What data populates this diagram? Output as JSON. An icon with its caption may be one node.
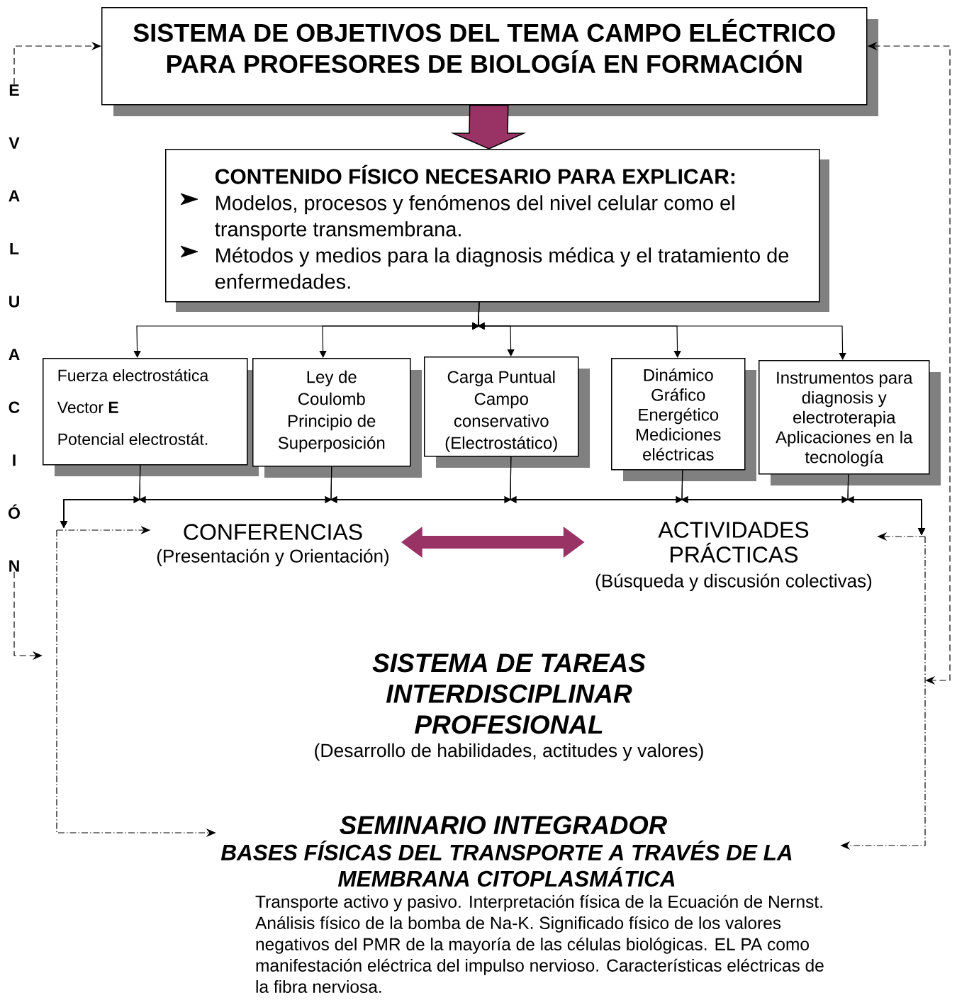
{
  "diagram": {
    "nodes": [
      {
        "text": [
          "SISTEMA DE OBJETIVOS DEL TEMA CAMPO ELÉCTRICO PARA PROFESORES DE BIOLOGÍA EN FORMACIÓN"
        ]
      },
      {
        "text": [
          "CONTENIDO FÍSICO NECESARIO PARA EXPLICAR:",
          "Modelos, procesos y fenómenos del nivel celular como el transporte transmembrana.",
          "Métodos y medios para la diagnosis médica y el tratamiento de enfermedades."
        ]
      },
      {
        "text": [
          "Fuerza electrostática",
          "Vector **E**",
          "Potencial electrostát."
        ]
      },
      {
        "text": [
          "Ley de Coulomb",
          "Principio de Superposición"
        ]
      },
      {
        "text": [
          "Carga Puntual",
          "Campo conservativo (Electrostático)"
        ]
      },
      {
        "text": [
          "Dinámico",
          "Gráfico",
          "Energético",
          "Mediciones eléctricas"
        ]
      },
      {
        "text": [
          "Instrumentos para diagnosis y electroterapia",
          "Aplicaciones en la tecnología"
        ]
      },
      {
        "text": [
          "CONFERENCIAS",
          "(Presentación y Orientación)"
        ]
      },
      {
        "text": [
          "ACTIVIDADES PRÁCTICAS",
          "(Búsqueda y discusión colectivas)"
        ]
      },
      {
        "text": [
          "SISTEMA DE TAREAS INTERDISCIPLINAR PROFESIONAL",
          "(Desarrollo de habilidades, actitudes y valores)"
        ]
      },
      {
        "text": [
          "SEMINARIO INTEGRADOR",
          "BASES FÍSICAS DEL TRANSPORTE A TRAVÉS DE LA MEMBRANA CITOPLASMÁTICA",
          "Transporte activo y pasivo. Interpretación física de la Ecuación de Nernst. Análisis físico de la bomba de Na-K. Significado físico de los valores negativos del PMR de la mayoría de las células biológicas. EL PA como manifestación eléctrica del impulso nervioso. Características eléctricas de la fibra nerviosa."
        ]
      },
      {
        "text": [
          "EVALUACIÓN"
        ]
      }
    ],
    "edges": [
      {
        "from": 0,
        "to": 1,
        "arrow": "to",
        "style": "thick",
        "color": "#993366"
      },
      {
        "from": 1,
        "to": 2,
        "arrow": "to"
      },
      {
        "from": 1,
        "to": 3,
        "arrow": "to"
      },
      {
        "from": 1,
        "to": 4,
        "arrow": "to"
      },
      {
        "from": 1,
        "to": 5,
        "arrow": "to"
      },
      {
        "from": 1,
        "to": 6,
        "arrow": "to"
      },
      {
        "from": 2,
        "to": null,
        "arrow": "to"
      },
      {
        "from": 3,
        "to": null,
        "arrow": "to"
      },
      {
        "from": 4,
        "to": null,
        "arrow": "to"
      },
      {
        "from": 5,
        "to": null,
        "arrow": "to"
      },
      {
        "from": 6,
        "to": null,
        "arrow": "to"
      },
      {
        "from": 2,
        "to": null,
        "arrow": "to"
      },
      {
        "from": 3,
        "to": null,
        "arrow": "to"
      },
      {
        "from": 4,
        "to": null,
        "arrow": "to"
      },
      {
        "from": 5,
        "to": null,
        "arrow": "to"
      },
      {
        "from": 6,
        "to": null,
        "arrow": "to"
      },
      {
        "from": null,
        "to": 7,
        "arrow": "to",
        "style": "dashed"
      },
      {
        "from": null,
        "to": 10,
        "arrow": "to",
        "style": "dashed"
      },
      {
        "from": null,
        "to": 8,
        "arrow": "to",
        "style": "dashed"
      },
      {
        "from": null,
        "to": 10,
        "arrow": "to",
        "style": "dashed"
      },
      {
        "from": 7,
        "to": 8,
        "arrow": "both",
        "style": "thick",
        "color": "#993366"
      },
      {
        "from": 11,
        "to": 0,
        "arrow": "to",
        "style": "dashed"
      },
      {
        "from": 11,
        "to": null,
        "arrow": "to",
        "style": "dashed"
      },
      {
        "from": 0,
        "to": null,
        "arrow": "both",
        "style": "dashed"
      }
    ]
  }
}
